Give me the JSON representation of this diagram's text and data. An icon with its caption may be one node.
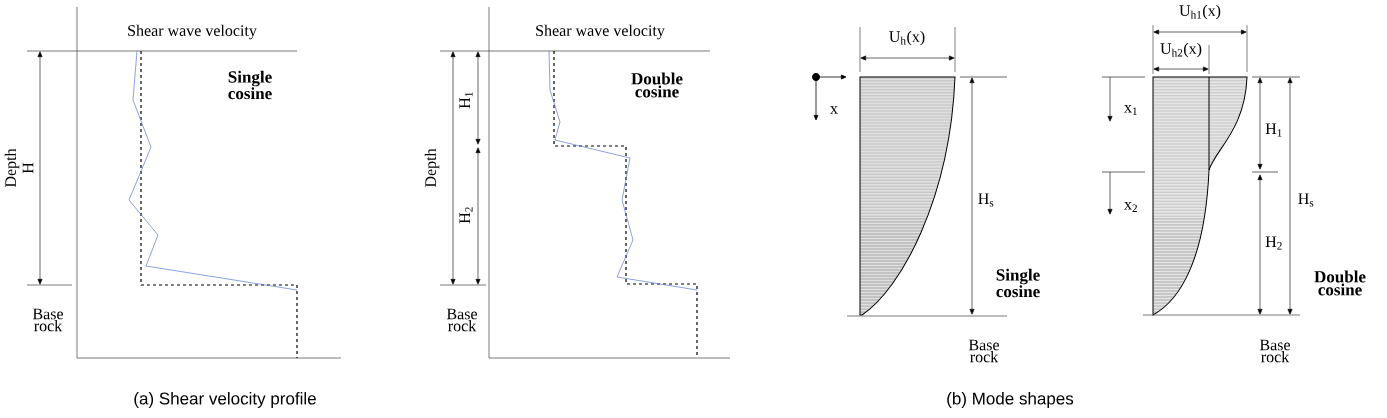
{
  "diagram": {
    "labels": [
      "Shear wave velocity",
      "Single cosine",
      "Depth",
      "H",
      "Base rock",
      "Shear wave velocity",
      "Double cosine",
      "Depth",
      "H$_{1}$",
      "H$_{2}$",
      "Base rock",
      "U$_{h}$(x)",
      "x",
      "H$_{s}$",
      "Single cosine",
      "Base rock",
      "U$_{h1}$(x)",
      "U$_{h2}$(x)",
      "x$_{1}$",
      "x$_{2}$",
      "H$_{1}$",
      "H$_{2}$",
      "H$_{s}$",
      "Double cosine",
      "Base rock",
      "(a) Shear velocity profile",
      "(b) Mode shapes"
    ]
  }
}
